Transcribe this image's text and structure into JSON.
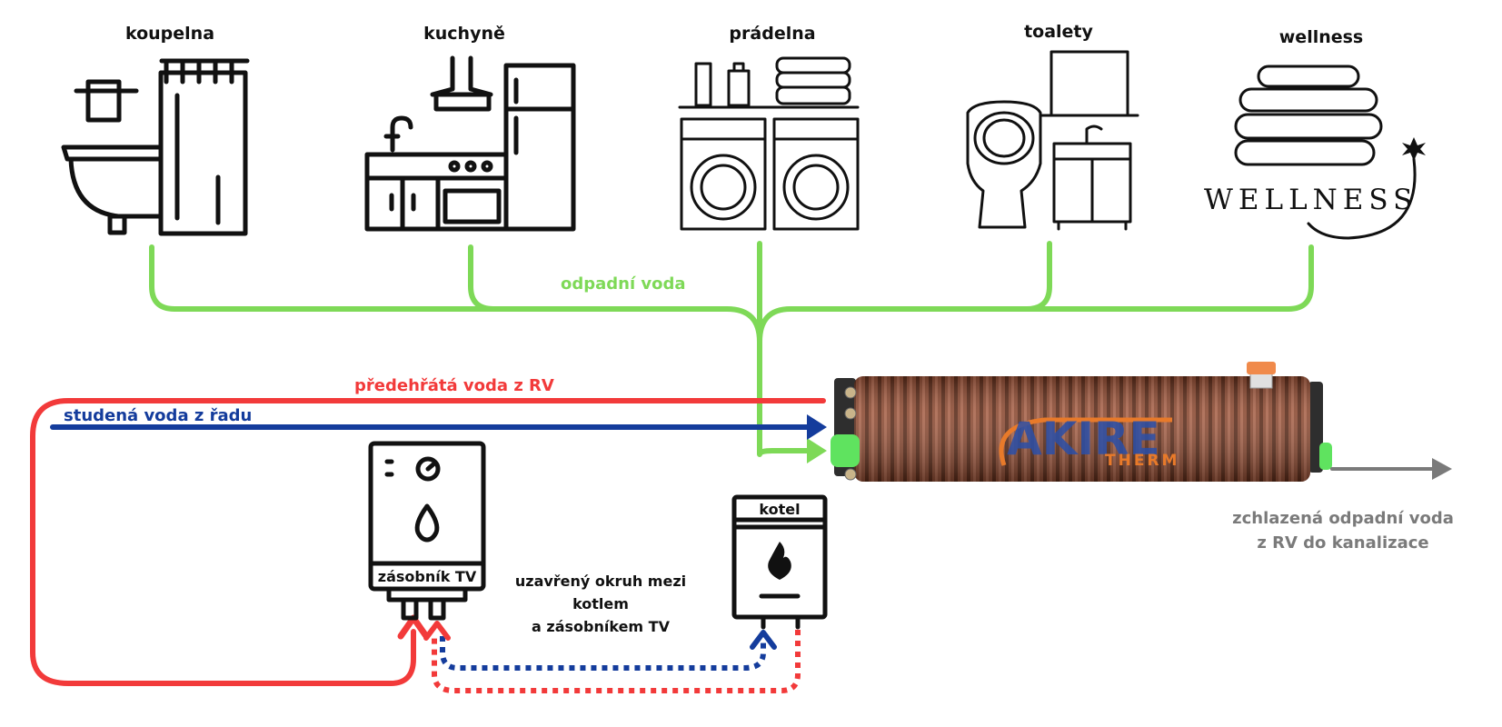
{
  "rooms": [
    {
      "label": "koupelna",
      "icon": "bathroom-icon"
    },
    {
      "label": "kuchyně",
      "icon": "kitchen-icon"
    },
    {
      "label": "prádelna",
      "icon": "laundry-icon"
    },
    {
      "label": "toalety",
      "icon": "toilet-icon"
    },
    {
      "label": "wellness",
      "icon": "wellness-icon"
    }
  ],
  "wellness_logo_text": "WELLNESS",
  "flows": {
    "waste_water": "odpadní voda",
    "preheated_water": "předehřátá voda z RV",
    "cold_water": "studená voda z řadu",
    "cooled_water_line1": "zchlazená odpadní voda",
    "cooled_water_line2": "z RV do kanalizace",
    "closed_loop_line1": "uzavřený okruh mezi",
    "closed_loop_line2": "kotlem",
    "closed_loop_line3": "a zásobníkem TV"
  },
  "devices": {
    "tank_label": "zásobník TV",
    "boiler_label": "kotel",
    "exchanger_logo_main": "AKIRE",
    "exchanger_logo_sub": "THERM"
  },
  "colors": {
    "waste": "#7ed957",
    "hot": "#f23a3a",
    "cold": "#143c9c",
    "cooled": "#7a7a7a",
    "pipe_body": "#8b4a32",
    "logo_blue": "#2a4fa8",
    "logo_orange": "#e87a2a",
    "cap_orange": "#f08a4b"
  }
}
